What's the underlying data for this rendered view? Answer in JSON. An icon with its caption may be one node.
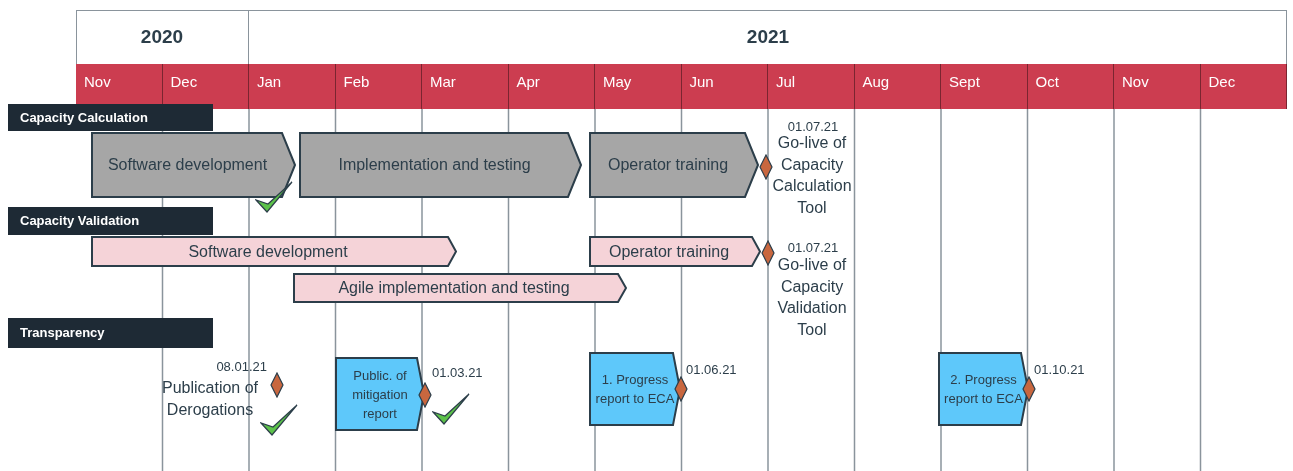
{
  "diagram": {
    "nodes": [
      {
        "text": [
          "Capacity Calculation"
        ]
      },
      {
        "text": [
          "Software development"
        ]
      },
      {
        "text": [
          "Implementation and testing"
        ]
      },
      {
        "text": [
          "Operator training"
        ]
      },
      {
        "text": [],
        "shape": "diamond",
        "beside": [
          "01.07.21",
          "Go-live of Capacity Calculation Tool"
        ]
      },
      {
        "text": [
          "Capacity Validation"
        ]
      },
      {
        "text": [
          "Software development"
        ]
      },
      {
        "text": [
          "Operator training"
        ]
      },
      {
        "text": [],
        "shape": "diamond",
        "beside": [
          "01.07.21",
          "Go-live of Capacity Validation Tool"
        ]
      },
      {
        "text": [
          "Agile implementation and testing"
        ]
      },
      {
        "text": [
          "Transparency"
        ]
      },
      {
        "text": [],
        "shape": "diamond",
        "beside": [
          "08.01.21",
          "Publication of Derogations"
        ]
      },
      {
        "text": [
          "Public. of mitigation report"
        ]
      },
      {
        "text": [],
        "shape": "diamond",
        "beside": [
          "01.03.21"
        ]
      },
      {
        "text": [
          "1. Progress report to ECA"
        ]
      },
      {
        "text": [],
        "shape": "diamond",
        "beside": [
          "01.06.21"
        ]
      },
      {
        "text": [
          "2. Progress report to ECA"
        ]
      },
      {
        "text": [],
        "shape": "diamond",
        "beside": [
          "01.10.21"
        ]
      }
    ],
    "labels": [
      "2020",
      "2021",
      "Nov",
      "Dec",
      "Jan",
      "Feb",
      "Mar",
      "Apr",
      "May",
      "Jun",
      "Jul",
      "Aug",
      "Sept",
      "Oct",
      "Nov",
      "Dec"
    ]
  }
}
